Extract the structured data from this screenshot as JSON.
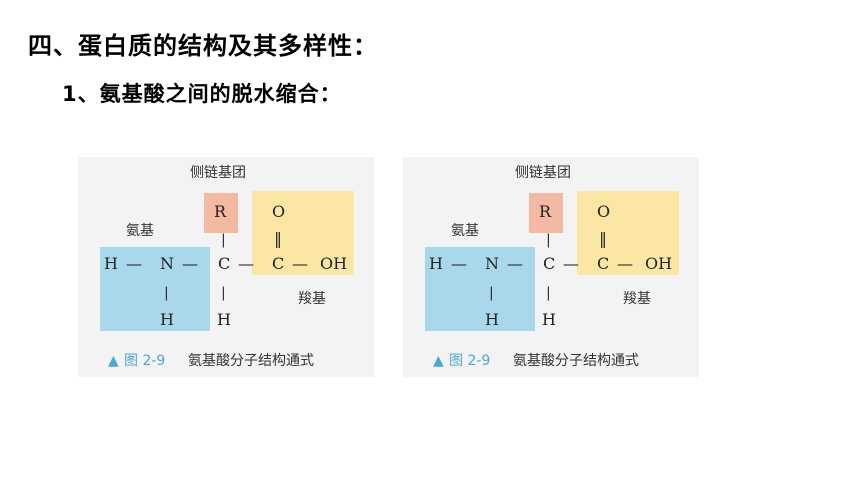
{
  "heading": "四、蛋白质的结构及其多样性：",
  "subheading": "1、氨基酸之间的脱水缩合：",
  "figure": {
    "labels": {
      "side_chain": "侧链基团",
      "amino": "氨基",
      "carboxyl": "羧基"
    },
    "atoms": {
      "R": "R",
      "O": "O",
      "double_bond": "‖",
      "H1": "H",
      "N": "N",
      "C_alpha": "C",
      "C_carbonyl": "C",
      "OH": "OH",
      "H_n": "H",
      "H_c": "H"
    },
    "bonds": {
      "h": "—",
      "v": "|"
    },
    "caption_marker": "▲",
    "caption_num": "图 2-9",
    "caption_text": "氨基酸分子结构通式"
  },
  "colors": {
    "amino_box": "#a9d8ec",
    "side_chain_box": "#f4b9a3",
    "carboxyl_box": "#fbe6a3",
    "figure_bg": "#f3f3f4",
    "caption": "#4aa8d8"
  }
}
